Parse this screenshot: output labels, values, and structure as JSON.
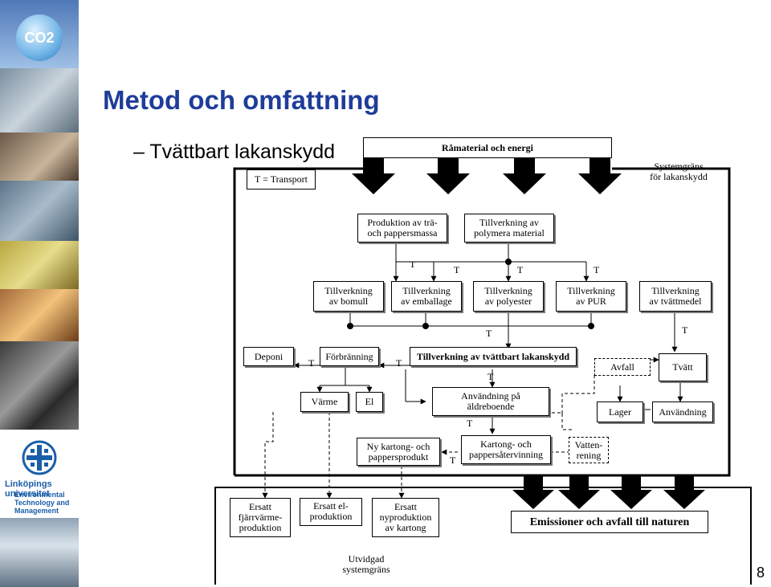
{
  "slide": {
    "title": "Metod och omfattning",
    "bullet": "– Tvättbart lakanskydd",
    "page_number": "8"
  },
  "logo": {
    "co2_label": "CO2",
    "university": "Linköpings universitet",
    "department": "Environmental Technology and Management"
  },
  "legend": {
    "transport": "T = Transport"
  },
  "boundary": {
    "system": "Systemgräns\nför lakanskydd",
    "extended": "Utvidgad\nsystemgräns"
  },
  "nodes": {
    "ramaterial": "Råmaterial och energi",
    "tramassa": "Produktion av trä-\noch pappersmassa",
    "polymera": "Tillverkning av\npolymera material",
    "bomull": "Tillverkning\nav bomull",
    "emballage": "Tillverkning\nav emballage",
    "polyester": "Tillverkning\nav polyester",
    "pur": "Tillverkning\nav PUR",
    "tvattmedel": "Tillverkning\nav tvättmedel",
    "deponi": "Deponi",
    "forbranning": "Förbränning",
    "lakanskydd": "Tillverkning av tvättbart lakanskydd",
    "avfall": "Avfall",
    "tvatt": "Tvätt",
    "varme": "Värme",
    "el": "El",
    "aldreboende": "Användning på\näldreboende",
    "lager": "Lager",
    "anvandning": "Användning",
    "kartongprodukt": "Ny kartong- och\npappersprodukt",
    "atervinning": "Kartong- och\npappersåtervinning",
    "vattenrening": "Vatten-\nrening",
    "fjarrvarme": "Ersatt\nfjärrvärme-\nproduktion",
    "elproduktion": "Ersatt el-\nproduktion",
    "nyproduktion": "Ersatt\nnyproduktion\nav kartong",
    "emissioner": "Emissioner och avfall till naturen"
  },
  "transport_mark": "T"
}
